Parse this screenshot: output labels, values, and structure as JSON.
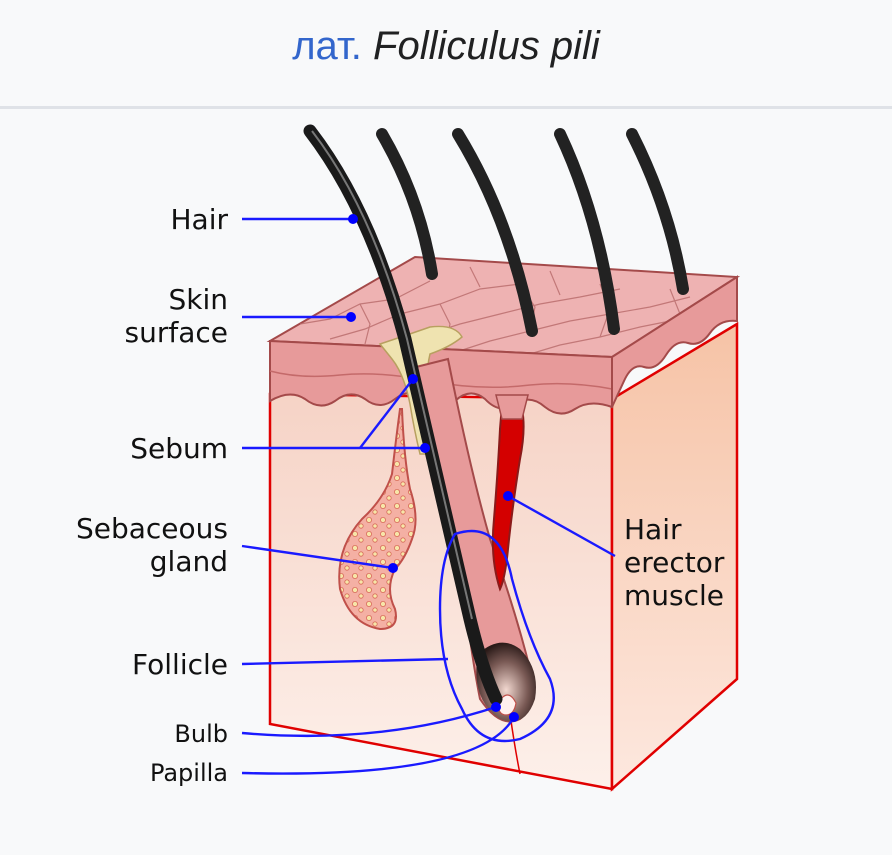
{
  "header": {
    "prefix": "лат.",
    "latin_name": "Folliculus pili",
    "accent_color": "#3366cc"
  },
  "diagram": {
    "labels": {
      "hair": "Hair",
      "skin_surface_1": "Skin",
      "skin_surface_2": "surface",
      "sebum": "Sebum",
      "sebaceous_gland_1": "Sebaceous",
      "sebaceous_gland_2": "gland",
      "follicle": "Follicle",
      "bulb": "Bulb",
      "papilla": "Papilla",
      "hair_erector_muscle_1": "Hair",
      "hair_erector_muscle_2": "erector",
      "hair_erector_muscle_3": "muscle"
    },
    "colors": {
      "leader_lines": "#1a1aff",
      "skin": "#e8a0a0",
      "block_outline": "#e00000",
      "hair": "#222222",
      "sebum": "#efe3b0",
      "muscle": "#d40000"
    }
  }
}
